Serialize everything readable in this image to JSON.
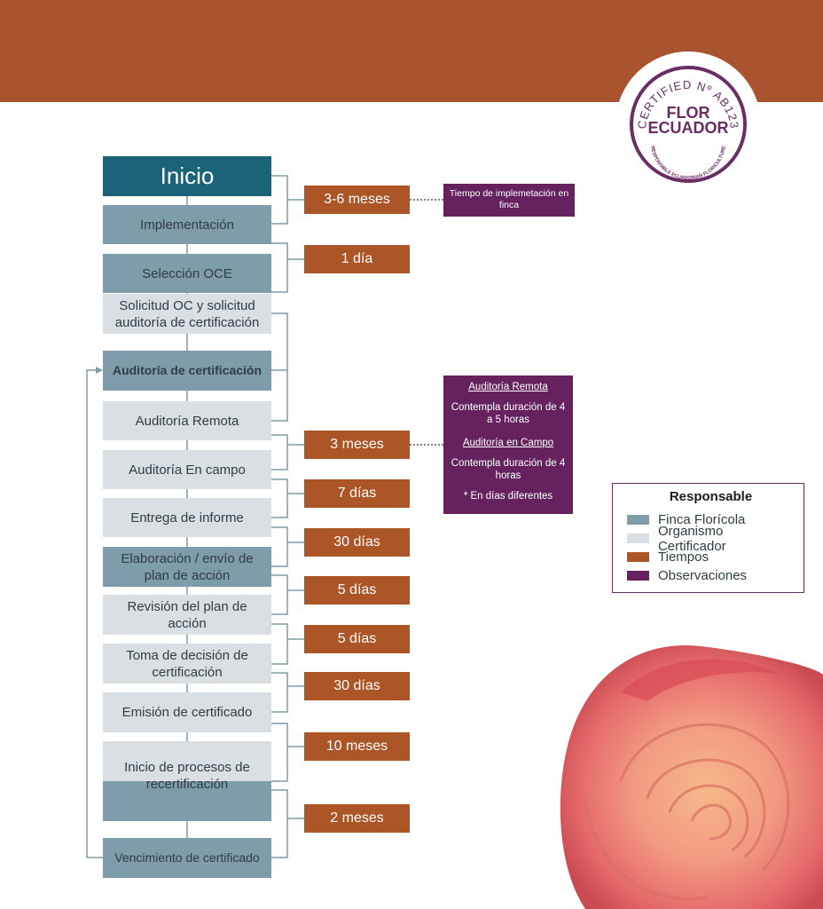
{
  "colors": {
    "header": "#a9532f",
    "finca": "#7e9ca9",
    "organismo": "#dadfe3",
    "inicio": "#1c6379",
    "tiempos": "#ac5526",
    "observaciones": "#65225f"
  },
  "badge": {
    "certified": "CERTIFIED Nº AB123",
    "logo_line1": "FLOR",
    "logo_line2": "ECUADOR",
    "tagline": "RESPONSIBLE ECUADORIAN FLORICULTURE"
  },
  "steps": [
    {
      "label": "Inicio"
    },
    {
      "label": "Implementación"
    },
    {
      "label": "Selección  OCE"
    },
    {
      "label": "Solicitud OC y solicitud auditoría de certificación"
    },
    {
      "label": "Auditoría de certificación"
    },
    {
      "label": "Auditoría Remota"
    },
    {
      "label": "Auditoría En campo"
    },
    {
      "label": "Entrega de informe"
    },
    {
      "label": "Elaboración / envío de plan de acción"
    },
    {
      "label": "Revisión del plan de acción"
    },
    {
      "label": "Toma de decisión de certificación"
    },
    {
      "label": "Emisión de certificado"
    },
    {
      "label": "Inicio de procesos de recertificación"
    },
    {
      "label": "Vencimiento de certificado"
    }
  ],
  "times": [
    "3-6 meses",
    "1 día",
    "3 meses",
    "7 días",
    "30 días",
    "5 días",
    "5 días",
    "30 días",
    "10 meses",
    "2 meses"
  ],
  "notes": {
    "implementation": "Tiempo de implemetación en finca",
    "remote_title": "Auditoría Remota",
    "remote_text": "Contempla duración de 4 a 5 horas",
    "field_title": "Auditoría en Campo",
    "field_text": "Contempla duración de 4 horas",
    "footnote": "* En días diferentes"
  },
  "legend": {
    "title": "Responsable",
    "items": [
      {
        "label": "Finca Florícola",
        "color": "#7e9ca9"
      },
      {
        "label": "Organismo Certificador",
        "color": "#dadfe3"
      },
      {
        "label": "Tiempos",
        "color": "#ac5526"
      },
      {
        "label": "Observaciones",
        "color": "#65225f"
      }
    ]
  }
}
